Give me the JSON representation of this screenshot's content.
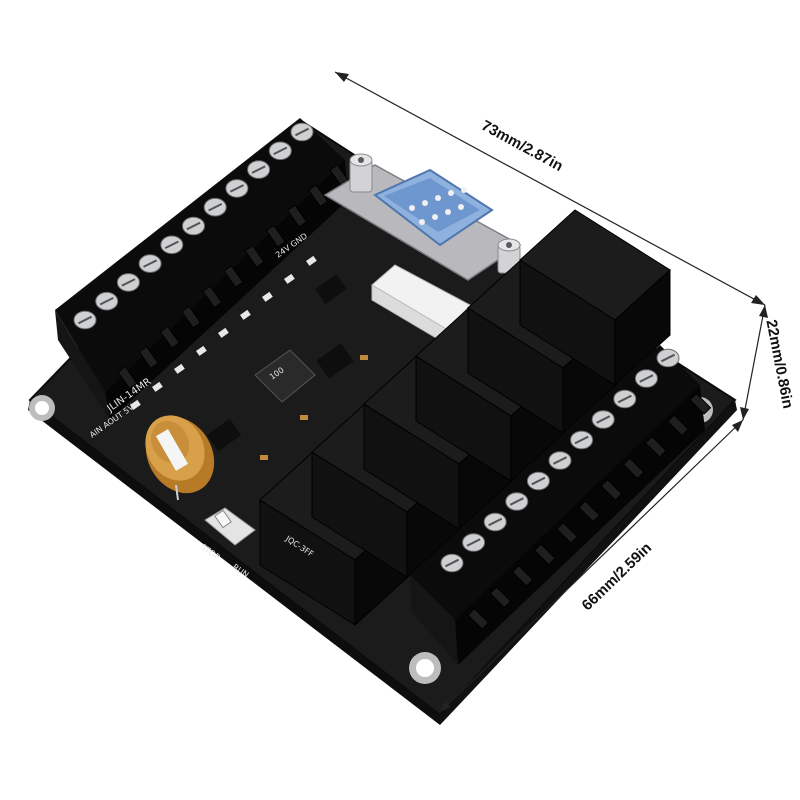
{
  "dimensions": {
    "length": "73mm/2.87in",
    "height": "22mm/0.86in",
    "width": "66mm/2.59in"
  },
  "board": {
    "model_text": "JLIN-14MR",
    "power_text": "24V GND",
    "port_text": "AIN AOUT 5V",
    "stop_text": "STOP",
    "run_text": "RUN",
    "inductor_text": "100",
    "relay_text": "JQC-3FF"
  },
  "colors": {
    "board": "#161616",
    "terminal": "#0c0c0c",
    "connector": "#c9c9cc",
    "db9_blue": "#7aa3d6",
    "capacitor": "#c98a2e",
    "dimension_line": "#222222"
  }
}
